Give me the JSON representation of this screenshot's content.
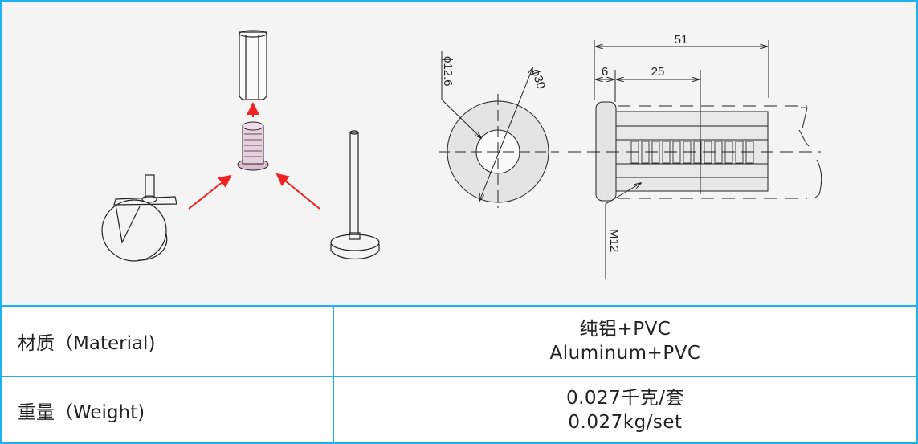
{
  "figure": {
    "dimensions": {
      "inner_diameter": "ϕ12.6",
      "outer_diameter": "ϕ30",
      "total_length": "51",
      "flange": "6",
      "insert_depth": "25",
      "thread": "M12"
    },
    "colors": {
      "arrow": "#ee2222",
      "part_fill": "#e8cfe0",
      "border": "#1fb0f0"
    }
  },
  "specs": [
    {
      "label": "材质（Material)",
      "value_cn": "纯铝+PVC",
      "value_en": "Aluminum+PVC"
    },
    {
      "label": "重量（Weight)",
      "value_cn": "0.027千克/套",
      "value_en": "0.027kg/set"
    }
  ]
}
